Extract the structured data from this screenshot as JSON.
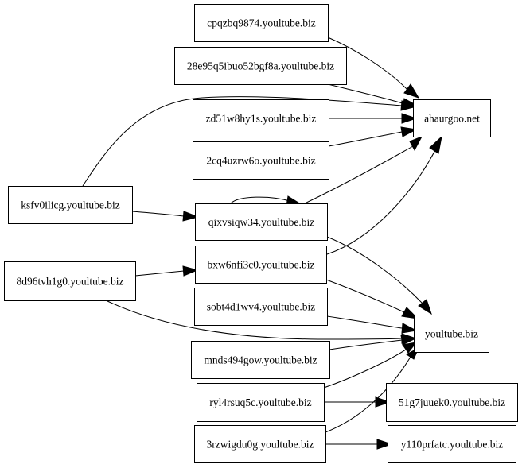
{
  "diagram": {
    "nodes": {
      "cpqzbq9874": "cpqzbq9874.youltube.biz",
      "n28e95": "28e95q5ibuo52bgf8a.youltube.biz",
      "zd51w8hy1s": "zd51w8hy1s.youltube.biz",
      "n2cq4uzrw6o": "2cq4uzrw6o.youltube.biz",
      "ahaurgoo": "ahaurgoo.net",
      "ksfv0ilicg": "ksfv0ilicg.youltube.biz",
      "qixvsiqw34": "qixvsiqw34.youltube.biz",
      "n8d96tvh1g0": "8d96tvh1g0.youltube.biz",
      "bxw6nfi3c0": "bxw6nfi3c0.youltube.biz",
      "sobt4d1wv4": "sobt4d1wv4.youltube.biz",
      "youltube": "youltube.biz",
      "mnds494gow": "mnds494gow.youltube.biz",
      "ryl4rsuq5c": "ryl4rsuq5c.youltube.biz",
      "n51g7juuek0": "51g7juuek0.youltube.biz",
      "n3rzwigdu0g": "3rzwigdu0g.youltube.biz",
      "y110prfatc": "y110prfatc.youltube.biz"
    },
    "edges": [
      [
        "cpqzbq9874",
        "ahaurgoo"
      ],
      [
        "n28e95",
        "ahaurgoo"
      ],
      [
        "zd51w8hy1s",
        "ahaurgoo"
      ],
      [
        "n2cq4uzrw6o",
        "ahaurgoo"
      ],
      [
        "ksfv0ilicg",
        "ahaurgoo"
      ],
      [
        "qixvsiqw34",
        "ahaurgoo"
      ],
      [
        "bxw6nfi3c0",
        "ahaurgoo"
      ],
      [
        "ksfv0ilicg",
        "qixvsiqw34"
      ],
      [
        "qixvsiqw34",
        "qixvsiqw34"
      ],
      [
        "qixvsiqw34",
        "youltube"
      ],
      [
        "n8d96tvh1g0",
        "bxw6nfi3c0"
      ],
      [
        "n8d96tvh1g0",
        "youltube"
      ],
      [
        "bxw6nfi3c0",
        "youltube"
      ],
      [
        "sobt4d1wv4",
        "youltube"
      ],
      [
        "mnds494gow",
        "youltube"
      ],
      [
        "ryl4rsuq5c",
        "youltube"
      ],
      [
        "ryl4rsuq5c",
        "n51g7juuek0"
      ],
      [
        "n3rzwigdu0g",
        "youltube"
      ],
      [
        "n3rzwigdu0g",
        "y110prfatc"
      ]
    ]
  }
}
